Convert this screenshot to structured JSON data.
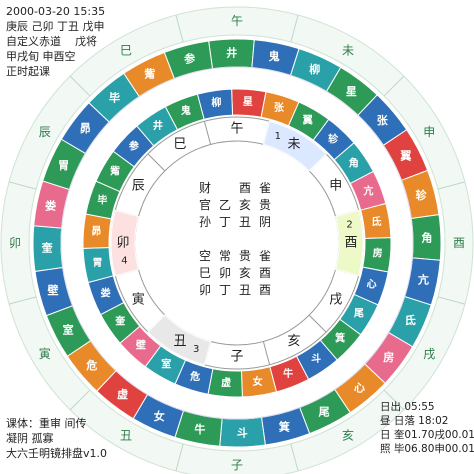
{
  "header": {
    "datetime": "2000-03-20 15:35",
    "ganzhi": "庚辰 己卯 丁丑 戊申",
    "mode": "自定义赤道",
    "general": "戊将",
    "void": "甲戌旬 申酉空",
    "rule": "正时起课"
  },
  "footer_left": {
    "line1": "课体：重审 间传",
    "line2": "凝阴 孤寡",
    "line3": "大六壬明镜排盘v1.0"
  },
  "footer_right": {
    "sunrise": "日出 05:55",
    "sunset_prefix": "昼",
    "sunset": "日落 18:02",
    "line3": "日 奎01.70戌00.01",
    "line4": "照 毕06.80申00.01"
  },
  "branches": [
    "午",
    "未",
    "申",
    "酉",
    "戌",
    "亥",
    "子",
    "丑",
    "寅",
    "卯",
    "辰",
    "巳"
  ],
  "branch_marks": {
    "未": "1",
    "酉": "2",
    "丑": "3",
    "卯": "4"
  },
  "center_grid": [
    [
      "财",
      "",
      "酉",
      "雀"
    ],
    [
      "官",
      "乙",
      "亥",
      "贵"
    ],
    [
      "孙",
      "丁",
      "丑",
      "阴"
    ],
    [
      "",
      "",
      "",
      ""
    ],
    [
      "空",
      "常",
      "贵",
      "雀"
    ],
    [
      "巳",
      "卯",
      "亥",
      "酉"
    ],
    [
      "卯",
      "丁",
      "丑",
      "酉"
    ]
  ],
  "mansions": [
    "井",
    "鬼",
    "柳",
    "星",
    "张",
    "翼",
    "轸",
    "角",
    "亢",
    "氐",
    "房",
    "心",
    "尾",
    "箕",
    "斗",
    "牛",
    "女",
    "虚",
    "危",
    "室",
    "壁",
    "奎",
    "娄",
    "胃",
    "昴",
    "毕",
    "觜",
    "参"
  ],
  "generals_outer": [
    "申",
    "酉",
    "戌",
    "亥",
    "子",
    "丑",
    "寅",
    "卯",
    "辰",
    "巳",
    "午",
    "未"
  ],
  "colors": {
    "green": "#2e9a57",
    "blue": "#2f6fb8",
    "red": "#e0433f",
    "orange": "#e98a2a",
    "yellow": "#e6c23a",
    "teal": "#2aa0a8",
    "pink": "#e86a8d",
    "ring_pale": "#eaf4ee",
    "axis": "#777"
  }
}
